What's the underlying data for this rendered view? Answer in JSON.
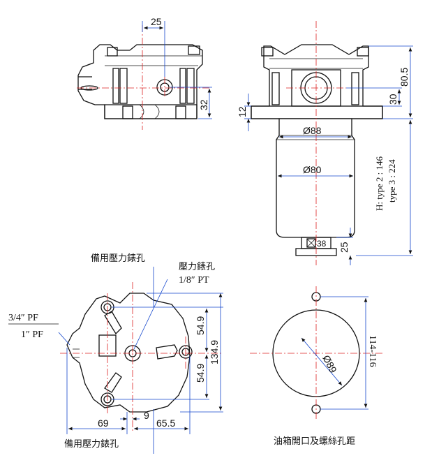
{
  "top_left_view": {
    "dim_offset": "25",
    "dim_height": "32"
  },
  "top_right_view": {
    "dim_total": "80.5",
    "dim_upper": "30",
    "dim_flange": "12",
    "dim_d1": "Ø88",
    "dim_d2": "Ø80",
    "hex": "38",
    "dim_bottom": "25",
    "h_line1": "H: type 2 : 146",
    "h_line2": "type 3 : 224"
  },
  "bottom_left_view": {
    "label_spare_top": "備用壓力錶孔",
    "label_gauge": "壓力錶孔",
    "label_gauge_thread": "1/8″ PT",
    "label_port1": "3/4″  PF",
    "label_port2": "1″  PF",
    "dim_upper": "54.9",
    "dim_lower": "54.9",
    "dim_total": "134.9",
    "dim_left": "69",
    "dim_nine": "9",
    "dim_right": "65.5",
    "label_spare_bottom": "備用壓力錶孔"
  },
  "bottom_right_view": {
    "dim_diameter": "Ø89",
    "dim_span": "114-116",
    "caption": "油箱開口及螺絲孔距"
  }
}
